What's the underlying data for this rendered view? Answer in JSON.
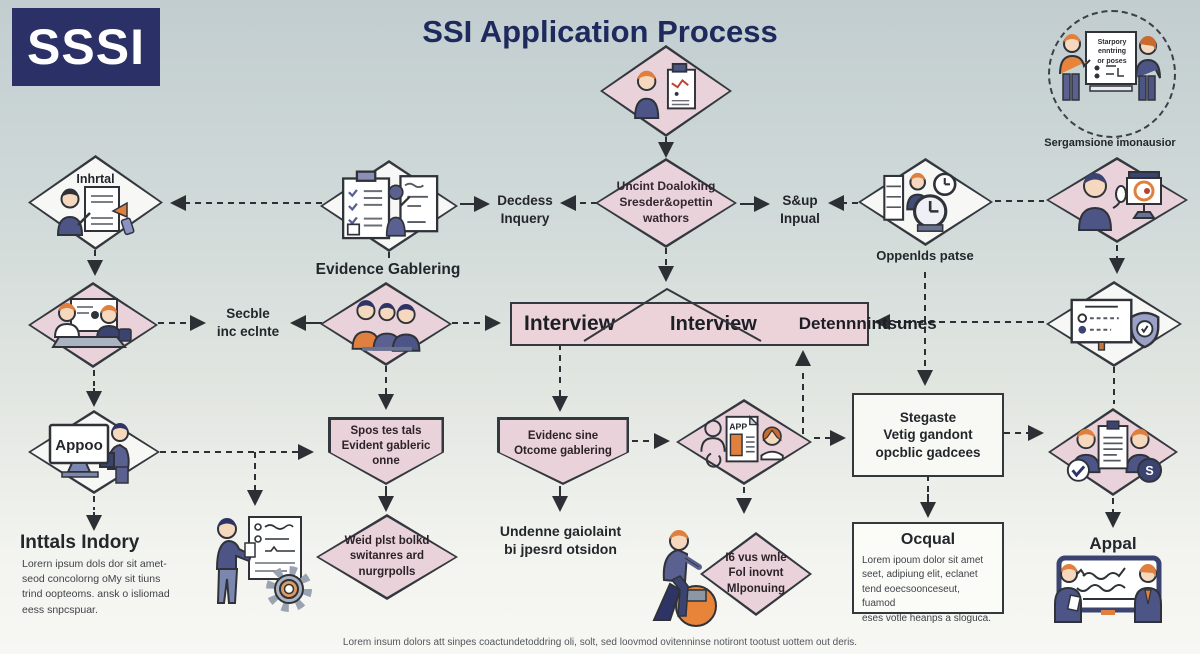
{
  "app": {
    "logo": "SSSI",
    "title": "SSI Application Process"
  },
  "colors": {
    "navy": "#2b3166",
    "pink": "#e9d2d9",
    "orange": "#e0803f",
    "ink": "#2c2f34",
    "background_top": "#c2cdd0",
    "background_bottom": "#f7f7f3"
  },
  "top_right": {
    "board_text": "Starpory\nenntring\nor poses",
    "caption": "Sergamsione imonausior"
  },
  "nodes": {
    "initial": {
      "label": "Inhrtal"
    },
    "evidence": {
      "caption": "Evidence Gablering"
    },
    "decdess": {
      "label": "Decdess\nInquery"
    },
    "central": {
      "label": "Uncint Doaloking\nSresder&opettin\nwathors"
    },
    "ssup": {
      "label": "S&up\nInpual"
    },
    "oppenlds": {
      "label": "Oppenlds patse"
    },
    "secble": {
      "label": "Secble\ninc eclnte"
    },
    "interview_bar": {
      "left": "Interview",
      "center": "Interview",
      "right": "Detennnintsunes"
    },
    "appoo": {
      "label": "Appoo"
    },
    "spos": {
      "label": "Spos tes tals\nEvident gableric\nonne"
    },
    "evidenc_sine": {
      "label": "Evidenc sine\nOtcome gablering"
    },
    "app_doc": {
      "label": "APP"
    },
    "stegaste": {
      "label": "Stegaste\nVetig gandont\nopcblic gadcees"
    },
    "inttals": {
      "title": "Inttals Indory",
      "body": "Lorern ipsum dols dor sit amet-\nseod concolorng oMy sit tiuns\ntrind oopteoms. ansk o isliomad\neess snpcspuar."
    },
    "weid": {
      "label": "Weid plst bolkd\nswitanres ard\nnurgrpolls"
    },
    "undenne": {
      "label": "Undenne gaiolaint\nbi jpesrd otsidon"
    },
    "i6": {
      "label": "I6 vus wnle\nFol inovnt\nMlponuing"
    },
    "ocqual": {
      "title": "Ocqual",
      "body": "Lorem ipoum dolor sit amet\nseet, adipiung elit, eclanet\ntend eoecsoonceseut, fuamod\neses votle heanps a sloguca."
    },
    "appal": {
      "label": "Appal"
    }
  },
  "icons": {
    "dollar_glyph": "S"
  },
  "footer": {
    "caption": "Lorem insum dolors att sinpes coactundetoddring oli, solt, sed loovmod ovitenninse notiront tootust uottem out deris."
  }
}
